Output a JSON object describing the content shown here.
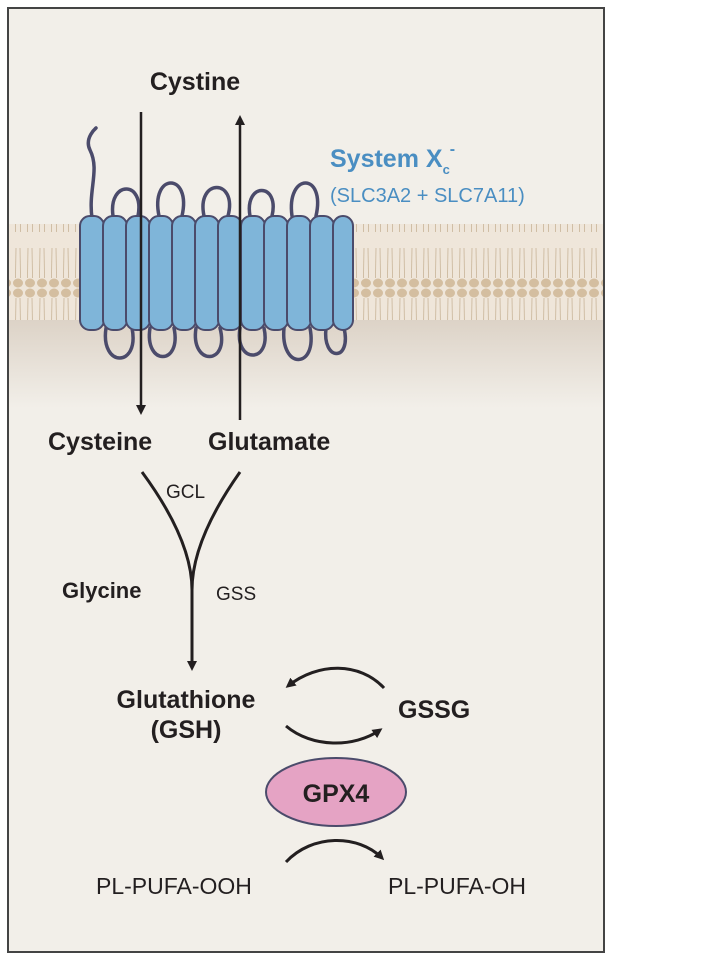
{
  "extracellular": {
    "substrate": "Cystine"
  },
  "transporter": {
    "name": "System X",
    "subscript": "c",
    "superscript": "-",
    "components": "(SLC3A2 + SLC7A11)",
    "color": "#4a8ec2"
  },
  "intracellular": {
    "cysteine": "Cysteine",
    "glutamate": "Glutamate",
    "enzyme_gcl": "GCL",
    "glycine": "Glycine",
    "enzyme_gss": "GSS",
    "glutathione_line1": "Glutathione",
    "glutathione_line2": "(GSH)",
    "gssg": "GSSG",
    "gpx4": "GPX4",
    "substrate_lipid": "PL-PUFA-OOH",
    "product_lipid": "PL-PUFA-OH"
  },
  "colors": {
    "panel_bg": "#f2efe9",
    "membrane": "#d9c7b0",
    "transporter_fill": "#7fb5d9",
    "gpx4_fill": "#e5a3c4"
  }
}
